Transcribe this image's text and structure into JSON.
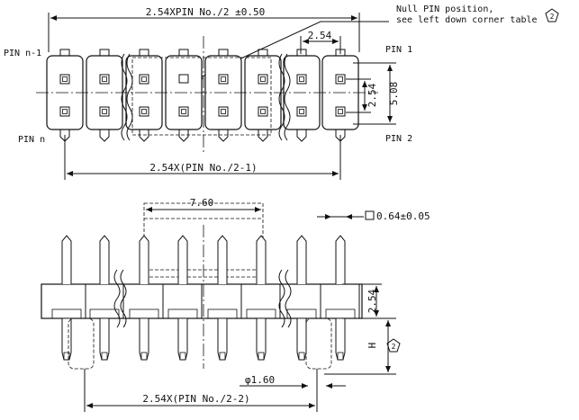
{
  "top_view": {
    "dim_overall": "2.54XPIN No./2 ±0.50",
    "dim_pitch": "2.54",
    "dim_row_pitch": "2.54",
    "dim_outer": "5.08",
    "dim_bottom": "2.54X(PIN No./2-1)",
    "label_pin_n_minus_1": "PIN n-1",
    "label_pin_n": "PIN n",
    "label_pin_1": "PIN 1",
    "label_pin_2": "PIN 2",
    "note_line1": "Null PIN position,",
    "note_line2": "see left down corner table",
    "note_badge": "2"
  },
  "side_view": {
    "dim_width": "7.60",
    "dim_pin_square": "0.64±0.05",
    "dim_height_pitch": "2.54",
    "dim_h": "H",
    "dim_h_badge": "2",
    "dim_diameter": "φ1.60",
    "dim_bottom": "2.54X(PIN No./2-2)"
  }
}
